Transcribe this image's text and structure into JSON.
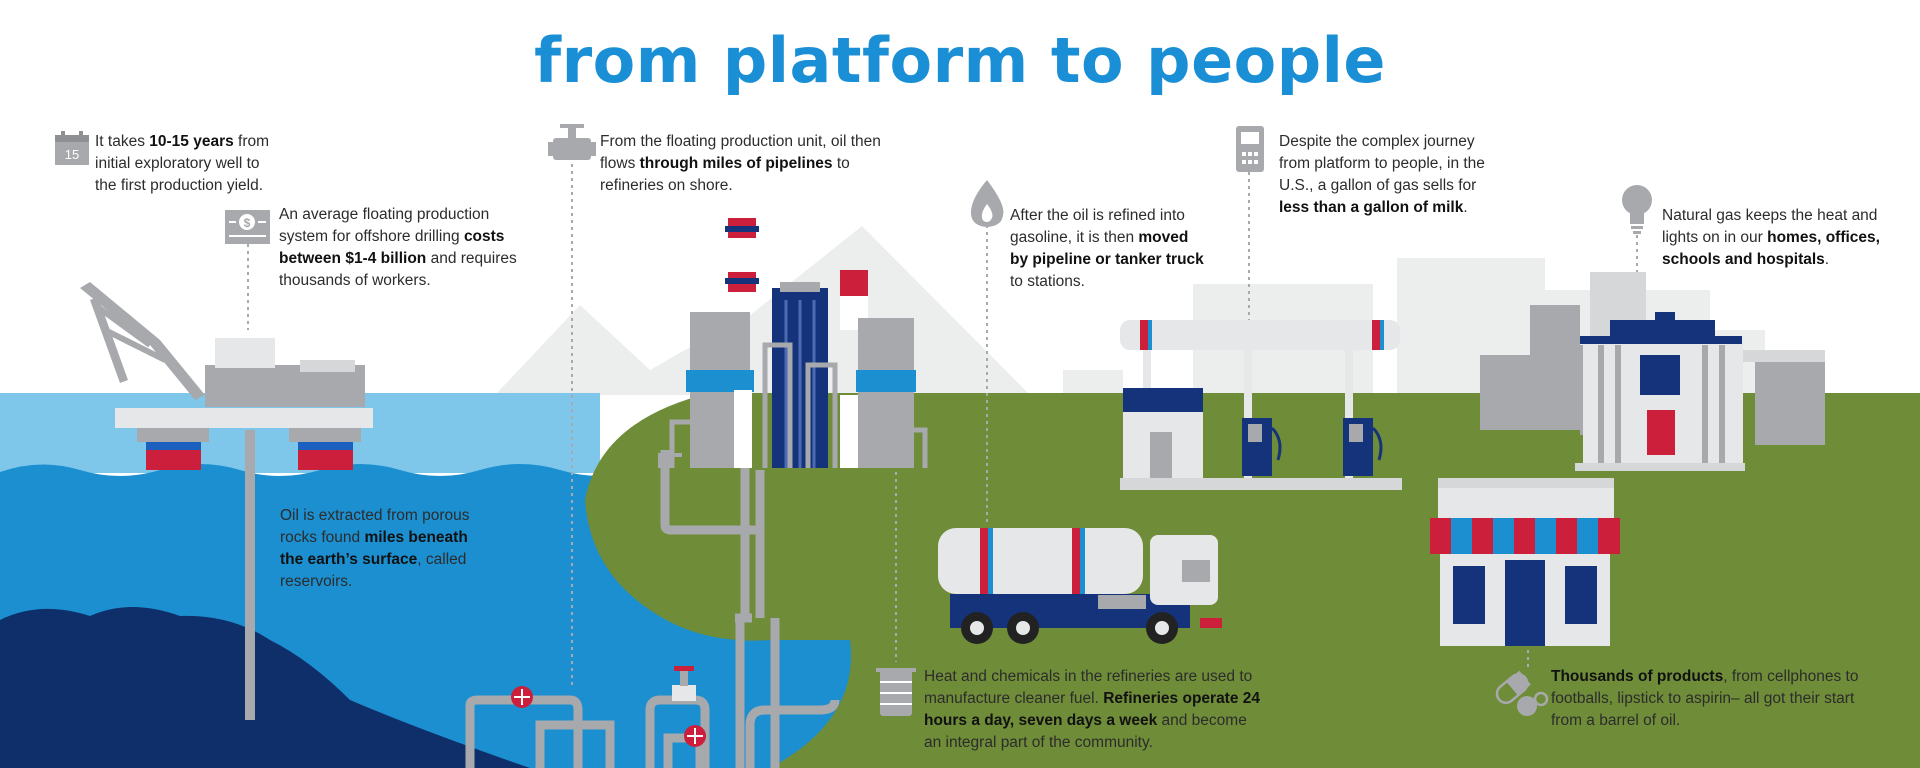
{
  "title": "from platform to people",
  "calendar_number": "15",
  "colors": {
    "title_blue": "#1a8fd6",
    "sky_water": "#7fc7ea",
    "ocean": "#1b8fd0",
    "deep_ocean": "#0f2f6b",
    "land": "#6f8c38",
    "accent_red": "#cc1f3b",
    "navy": "#14337a",
    "gray": "#a7a9ac",
    "light_gray": "#e6e7e8"
  },
  "facts": [
    {
      "icon": "calendar-icon",
      "segments": [
        {
          "t": "It takes "
        },
        {
          "t": "10-15 years",
          "b": true
        },
        {
          "t": " from initial exploratory well to the first production yield."
        }
      ]
    },
    {
      "icon": "money-icon",
      "segments": [
        {
          "t": "An average floating production system for offshore drilling "
        },
        {
          "t": "costs between $1-4 billion",
          "b": true
        },
        {
          "t": " and requires thousands of workers."
        }
      ]
    },
    {
      "icon": "none",
      "segments": [
        {
          "t": "Oil is extracted from porous rocks found "
        },
        {
          "t": "miles beneath the earth’s surface",
          "b": true
        },
        {
          "t": ", called reservoirs."
        }
      ]
    },
    {
      "icon": "valve-icon",
      "segments": [
        {
          "t": "From the floating production unit, oil then flows "
        },
        {
          "t": "through miles of pipelines",
          "b": true
        },
        {
          "t": " to refineries on shore."
        }
      ]
    },
    {
      "icon": "flame-icon",
      "segments": [
        {
          "t": "After the oil is refined into gasoline, it is then "
        },
        {
          "t": "moved by pipeline or tanker truck",
          "b": true
        },
        {
          "t": " to stations."
        }
      ]
    },
    {
      "icon": "gas-pump-icon",
      "segments": [
        {
          "t": "Despite the complex journey from platform to people, in the U.S., a gallon of gas sells for "
        },
        {
          "t": "less than a gallon of milk",
          "b": true
        },
        {
          "t": "."
        }
      ]
    },
    {
      "icon": "lightbulb-icon",
      "segments": [
        {
          "t": "Natural gas keeps the heat and lights on in our "
        },
        {
          "t": "homes, offices, schools and hospitals",
          "b": true
        },
        {
          "t": "."
        }
      ]
    },
    {
      "icon": "barrel-icon",
      "segments": [
        {
          "t": "Heat and chemicals in the refineries are used to manufacture cleaner fuel. "
        },
        {
          "t": "Refineries operate 24 hours a day, seven days a week",
          "b": true
        },
        {
          "t": " and become an integral part of the community."
        }
      ]
    },
    {
      "icon": "pills-icon",
      "segments": [
        {
          "t": "Thousands of products",
          "b": true
        },
        {
          "t": ", from cellphones to footballs, lipstick to aspirin– all got their start from a barrel of oil."
        }
      ]
    }
  ]
}
